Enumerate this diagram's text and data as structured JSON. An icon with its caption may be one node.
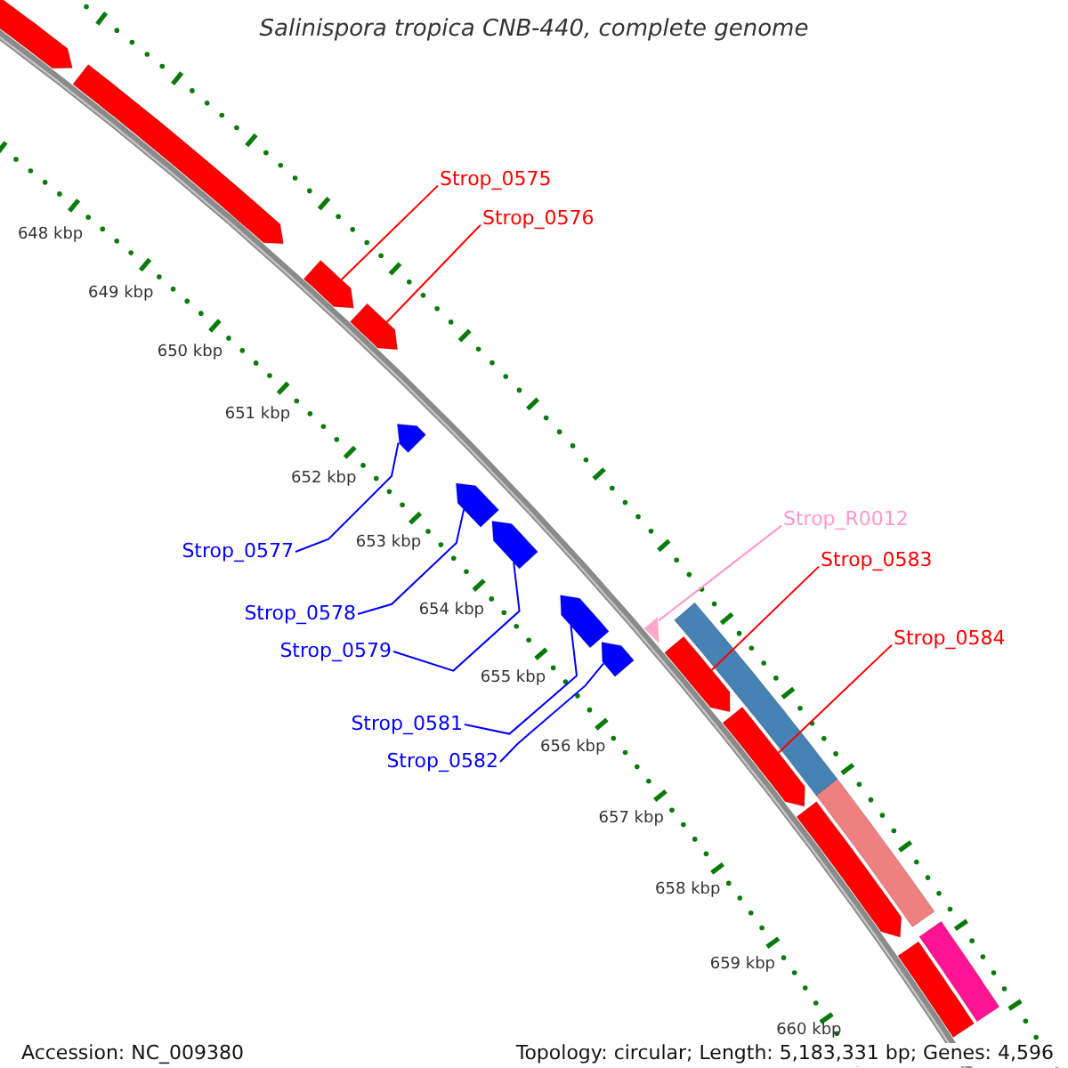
{
  "diagram": {
    "title": "Salinispora tropica CNB-440, complete genome",
    "nodes": [
      {
        "text": [
          "Strop_0575"
        ]
      },
      {
        "text": [
          "Strop_0576"
        ]
      },
      {
        "text": [
          "Strop_R0012"
        ]
      },
      {
        "text": [
          "Strop_0577"
        ]
      },
      {
        "text": [
          "Strop_0583"
        ]
      },
      {
        "text": [
          "Strop_0578"
        ]
      },
      {
        "text": [
          "Strop_0584"
        ]
      },
      {
        "text": [
          "Strop_0579"
        ]
      },
      {
        "text": [
          "Strop_0581"
        ]
      },
      {
        "text": [
          "Strop_0582"
        ]
      },
      {
        "text": [],
        "shape": "arrow"
      },
      {
        "text": [],
        "shape": "arrow"
      },
      {
        "text": [],
        "shape": "arrow"
      },
      {
        "text": [],
        "shape": "arrow"
      },
      {
        "text": [],
        "shape": "arrow"
      },
      {
        "text": [],
        "shape": "arrow"
      },
      {
        "text": [],
        "shape": "arrow"
      },
      {
        "text": [],
        "shape": "triangle"
      },
      {
        "text": [],
        "shape": "arrow"
      },
      {
        "text": [],
        "shape": "arrow"
      },
      {
        "text": [],
        "shape": "arrow"
      },
      {
        "text": [],
        "shape": "arrow"
      },
      {
        "text": [],
        "shape": "bar"
      },
      {
        "text": [],
        "shape": "bar"
      },
      {
        "text": [],
        "shape": "arrow"
      },
      {
        "text": [],
        "shape": "bar"
      },
      {
        "text": [],
        "shape": "arrow"
      }
    ],
    "edges": [
      {
        "from": 0,
        "to": 10,
        "arrow": "none",
        "color": "#ff0000"
      },
      {
        "from": 1,
        "to": 11,
        "arrow": "none",
        "color": "#ff0000"
      },
      {
        "from": 2,
        "to": 17,
        "arrow": "none",
        "color": "#ff99cc"
      },
      {
        "from": 3,
        "to": 12,
        "arrow": "none"
      },
      {
        "from": 4,
        "to": 18,
        "arrow": "none",
        "color": "#ff0000"
      },
      {
        "from": 5,
        "to": 13,
        "arrow": "none"
      },
      {
        "from": 6,
        "to": 19,
        "arrow": "none",
        "color": "#ff0000"
      },
      {
        "from": 7,
        "to": 14,
        "arrow": "none"
      },
      {
        "from": 8,
        "to": 15,
        "arrow": "none"
      },
      {
        "from": 9,
        "to": 16,
        "arrow": "none"
      }
    ],
    "labels": [
      "648 kbp",
      "649 kbp",
      "650 kbp",
      "651 kbp",
      "652 kbp",
      "653 kbp",
      "654 kbp",
      "655 kbp",
      "656 kbp",
      "657 kbp",
      "658 kbp",
      "659 kbp",
      "660 kbp",
      "Accession: NC_009380",
      "Topology: circular; Length: 5,183,331 bp; Genes: 4,596"
    ]
  }
}
